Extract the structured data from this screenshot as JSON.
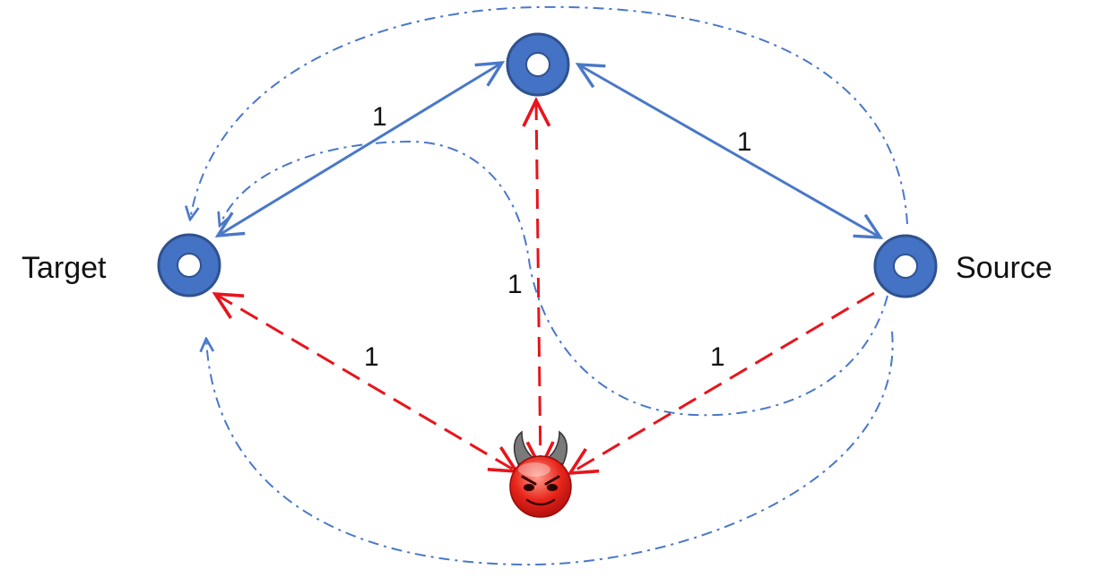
{
  "colors": {
    "node_fill": "#4472c4",
    "node_stroke": "#2f528f",
    "link_solid": "#4a78c8",
    "link_attack": "#e8141c",
    "link_dashdot": "#4a78c8"
  },
  "nodes": {
    "top": {
      "label": ""
    },
    "target": {
      "label": "Target"
    },
    "source": {
      "label": "Source"
    },
    "attacker": {
      "icon": "devil-face-icon"
    }
  },
  "edge_labels": {
    "target_top": "1",
    "top_source": "1",
    "top_attacker": "1",
    "target_attacker": "1",
    "source_attacker": "1"
  }
}
